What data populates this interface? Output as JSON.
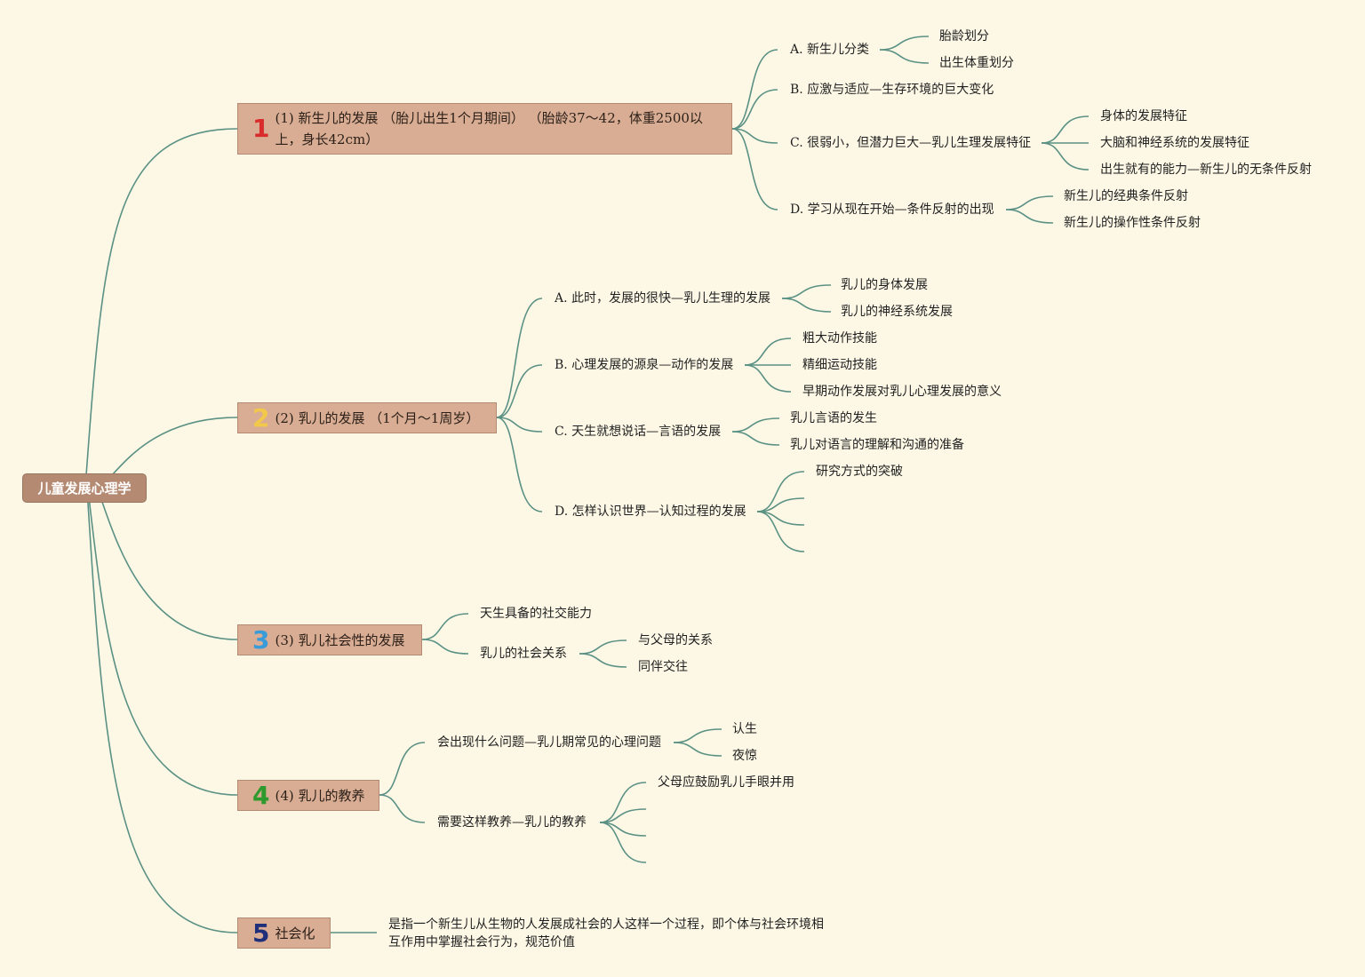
{
  "root": {
    "label": "儿童发展心理学"
  },
  "colors": {
    "line": "#5b9184",
    "branch_fill": "#d8ad93",
    "root_fill": "#b48a72",
    "background": "#fdf8e6",
    "num1": "#d92b2b",
    "num2": "#f2c84b",
    "num3": "#3a9bd9",
    "num4": "#2e9a2e",
    "num5": "#1f2f7a"
  },
  "branches": [
    {
      "num": "1",
      "label": "(1) 新生儿的发展 （胎儿出生1个月期间） （胎龄37～42，体重2500以上，身长42cm）",
      "children": [
        {
          "label": "A. 新生儿分类",
          "children": [
            "胎龄划分",
            "出生体重划分"
          ]
        },
        {
          "label": "B. 应激与适应—生存环境的巨大变化",
          "children": []
        },
        {
          "label": "C. 很弱小，但潜力巨大—乳儿生理发展特征",
          "children": [
            "身体的发展特征",
            "大脑和神经系统的发展特征",
            "出生就有的能力—新生儿的无条件反射"
          ]
        },
        {
          "label": "D. 学习从现在开始—条件反射的出现",
          "children": [
            "新生儿的经典条件反射",
            "新生儿的操作性条件反射"
          ]
        }
      ]
    },
    {
      "num": "2",
      "label": "(2) 乳儿的发展 （1个月～1周岁）",
      "children": [
        {
          "label": "A. 此时，发展的很快—乳儿生理的发展",
          "children": [
            "乳儿的身体发展",
            "乳儿的神经系统发展"
          ]
        },
        {
          "label": "B. 心理发展的源泉—动作的发展",
          "children": [
            "粗大动作技能",
            "精细运动技能",
            "早期动作发展对乳儿心理发展的意义"
          ]
        },
        {
          "label": "C. 天生就想说话—言语的发展",
          "children": [
            "乳儿言语的发生",
            "乳儿对语言的理解和沟通的准备"
          ]
        },
        {
          "label": "D. 怎样认识世界—认知过程的发展",
          "children": [
            "研究方式的突破",
            "",
            "",
            ""
          ]
        }
      ]
    },
    {
      "num": "3",
      "label": "(3) 乳儿社会性的发展",
      "children": [
        {
          "label": "天生具备的社交能力",
          "children": []
        },
        {
          "label": "乳儿的社会关系",
          "children": [
            "与父母的关系",
            "同伴交往"
          ]
        }
      ]
    },
    {
      "num": "4",
      "label": "(4) 乳儿的教养",
      "children": [
        {
          "label": "会出现什么问题—乳儿期常见的心理问题",
          "children": [
            "认生",
            "夜惊"
          ]
        },
        {
          "label": "需要这样教养—乳儿的教养",
          "children": [
            "父母应鼓励乳儿手眼并用",
            "",
            "",
            ""
          ]
        }
      ]
    },
    {
      "num": "5",
      "label": "社会化",
      "children": [
        {
          "label": "是指一个新生儿从生物的人发展成社会的人这样一个过程，即个体与社会环境相互作用中掌握社会行为，规范价值",
          "children": []
        }
      ]
    }
  ]
}
